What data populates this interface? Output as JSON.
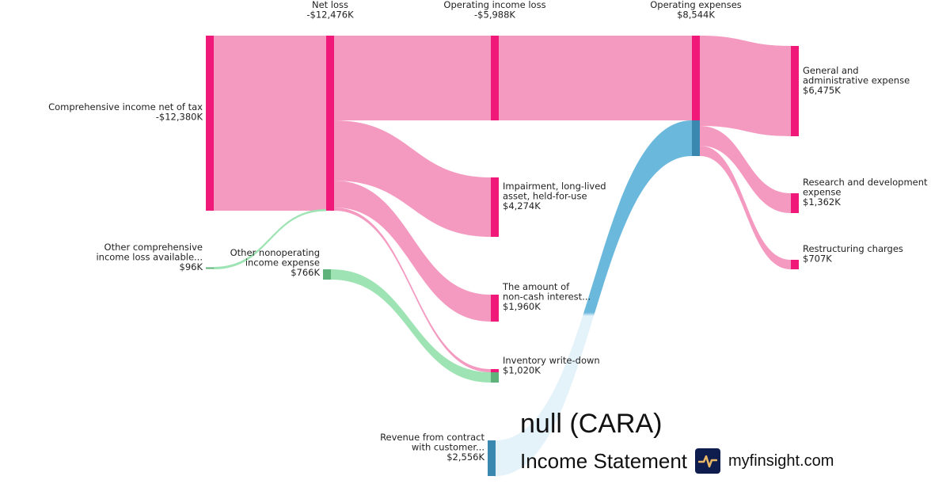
{
  "title": "null (CARA)",
  "subtitle": "Income Statement",
  "site": "myfinsight.com",
  "colors": {
    "expense": "#f49ac0",
    "expense_node": "#f0197a",
    "other": "#9ee3b3",
    "other_node": "#5fb37a",
    "revenue": "#6bb8dd",
    "revenue_node": "#3a87b0"
  },
  "chart_data": {
    "type": "sankey",
    "units": "USD thousands",
    "nodes": [
      {
        "id": "comp",
        "label": [
          "Comprehensive income net of tax"
        ],
        "value": "-$12,380K"
      },
      {
        "id": "othcomp",
        "label": [
          "Other comprehensive",
          "income loss available..."
        ],
        "value": "$96K"
      },
      {
        "id": "net",
        "label": [
          "Net loss"
        ],
        "value": "-$12,476K"
      },
      {
        "id": "othnonop",
        "label": [
          "Other nonoperating",
          "income expense"
        ],
        "value": "$766K"
      },
      {
        "id": "opinc",
        "label": [
          "Operating income loss"
        ],
        "value": "-$5,988K"
      },
      {
        "id": "impair",
        "label": [
          "Impairment, long-lived",
          "asset, held-for-use"
        ],
        "value": "$4,274K"
      },
      {
        "id": "noncash",
        "label": [
          "The amount of",
          "non-cash interest..."
        ],
        "value": "$1,960K"
      },
      {
        "id": "inv",
        "label": [
          "Inventory write-down"
        ],
        "value": "$1,020K"
      },
      {
        "id": "rev",
        "label": [
          "Revenue from contract",
          "with customer..."
        ],
        "value": "$2,556K"
      },
      {
        "id": "opex",
        "label": [
          "Operating expenses"
        ],
        "value": "$8,544K"
      },
      {
        "id": "ga",
        "label": [
          "General and",
          "administrative expense"
        ],
        "value": "$6,475K"
      },
      {
        "id": "rd",
        "label": [
          "Research and development",
          "expense"
        ],
        "value": "$1,362K"
      },
      {
        "id": "restr",
        "label": [
          "Restructuring charges"
        ],
        "value": "$707K"
      }
    ],
    "links": [
      {
        "source": "comp",
        "target": "net",
        "value": 12380,
        "kind": "expense"
      },
      {
        "source": "othcomp",
        "target": "net",
        "value": 96,
        "kind": "other"
      },
      {
        "source": "net",
        "target": "opinc",
        "value": 5988,
        "kind": "expense"
      },
      {
        "source": "net",
        "target": "impair",
        "value": 4274,
        "kind": "expense"
      },
      {
        "source": "net",
        "target": "noncash",
        "value": 1960,
        "kind": "expense"
      },
      {
        "source": "net",
        "target": "inv",
        "value": 254,
        "kind": "expense"
      },
      {
        "source": "othnonop",
        "target": "inv",
        "value": 766,
        "kind": "other"
      },
      {
        "source": "opinc",
        "target": "opex",
        "value": 5988,
        "kind": "expense"
      },
      {
        "source": "rev",
        "target": "opex",
        "value": 2556,
        "kind": "revenue"
      },
      {
        "source": "opex",
        "target": "ga",
        "value": 6475,
        "kind": "expense"
      },
      {
        "source": "opex",
        "target": "rd",
        "value": 1362,
        "kind": "expense"
      },
      {
        "source": "opex",
        "target": "restr",
        "value": 707,
        "kind": "expense"
      }
    ]
  }
}
